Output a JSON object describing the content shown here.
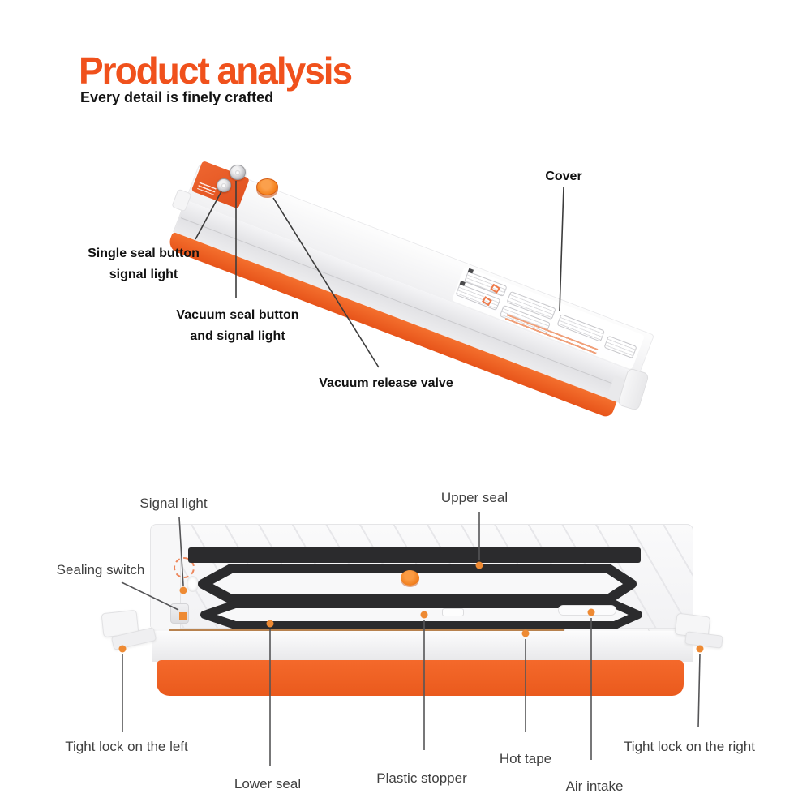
{
  "header": {
    "title": "Product analysis",
    "subtitle": "Every detail is finely crafted"
  },
  "labels": {
    "cover": "Cover",
    "single_seal_line1": "Single seal button",
    "single_seal_line2": "signal light",
    "vacuum_seal_line1": "Vacuum seal button",
    "vacuum_seal_line2": "and signal light",
    "release_valve": "Vacuum release valve",
    "signal_light": "Signal light",
    "upper_seal": "Upper seal",
    "sealing_switch": "Sealing switch",
    "tight_lock_left": "Tight lock on the left",
    "lower_seal": "Lower seal",
    "plastic_stopper": "Plastic stopper",
    "hot_tape": "Hot tape",
    "air_intake": "Air intake",
    "tight_lock_right": "Tight lock on the right"
  },
  "colors": {
    "title_orange": "#F0511C",
    "device_orange": "#F26122",
    "marker_orange": "#EE8A33",
    "gasket_black": "#2B2B2D",
    "hot_tape_brown": "#B07B4A",
    "label_dark": "#121212",
    "label_gray": "#3F3F3F"
  }
}
